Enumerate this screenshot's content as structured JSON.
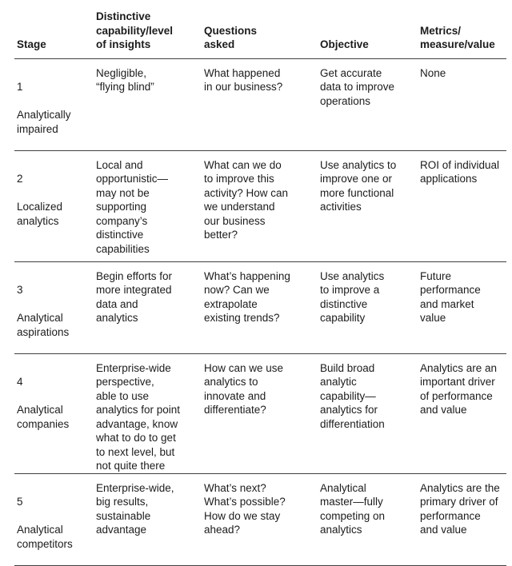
{
  "table": {
    "header": {
      "stage": "Stage",
      "capability": "Distinctive\ncapability/level\nof insights",
      "questions": "Questions\nasked",
      "objective": "Objective",
      "metrics": "Metrics/\nmeasure/value"
    },
    "rows": [
      {
        "stage_number": "1",
        "stage_name": "Analytically\nimpaired",
        "capability": "Negligible,\n“flying blind”",
        "questions": "What happened\nin our business?",
        "objective": "Get accurate\ndata to improve\noperations",
        "metrics": "None"
      },
      {
        "stage_number": "2",
        "stage_name": "Localized\nanalytics",
        "capability": "Local and\nopportunistic—\nmay not be\nsupporting\ncompany’s\ndistinctive\ncapabilities",
        "questions": "What can we do\nto improve this\nactivity? How can\nwe understand\nour business\nbetter?",
        "objective": "Use analytics to\nimprove one or\nmore functional\nactivities",
        "metrics": "ROI of individual\napplications"
      },
      {
        "stage_number": "3",
        "stage_name": "Analytical\naspirations",
        "capability": "Begin efforts for\nmore integrated\ndata and\nanalytics",
        "questions": "What’s happening\nnow? Can we\nextrapolate\nexisting trends?",
        "objective": "Use analytics\nto improve a\ndistinctive\ncapability",
        "metrics": "Future\nperformance\nand market\nvalue"
      },
      {
        "stage_number": "4",
        "stage_name": "Analytical\ncompanies",
        "capability": "Enterprise-wide\nperspective,\nable to use\nanalytics for point\nadvantage, know\nwhat to do to get\nto next level, but\nnot quite there",
        "questions": "How can we use\nanalytics to\ninnovate and\ndifferentiate?",
        "objective": "Build broad\nanalytic\ncapability—\nanalytics for\ndifferentiation",
        "metrics": "Analytics are an\nimportant driver\nof performance\nand value"
      },
      {
        "stage_number": "5",
        "stage_name": "Analytical\ncompetitors",
        "capability": "Enterprise-wide,\nbig results,\nsustainable\nadvantage",
        "questions": "What’s next?\nWhat’s possible?\nHow do we stay\nahead?",
        "objective": "Analytical\nmaster—fully\ncompeting on\nanalytics",
        "metrics": "Analytics are the\nprimary driver of\nperformance\nand value"
      }
    ]
  }
}
